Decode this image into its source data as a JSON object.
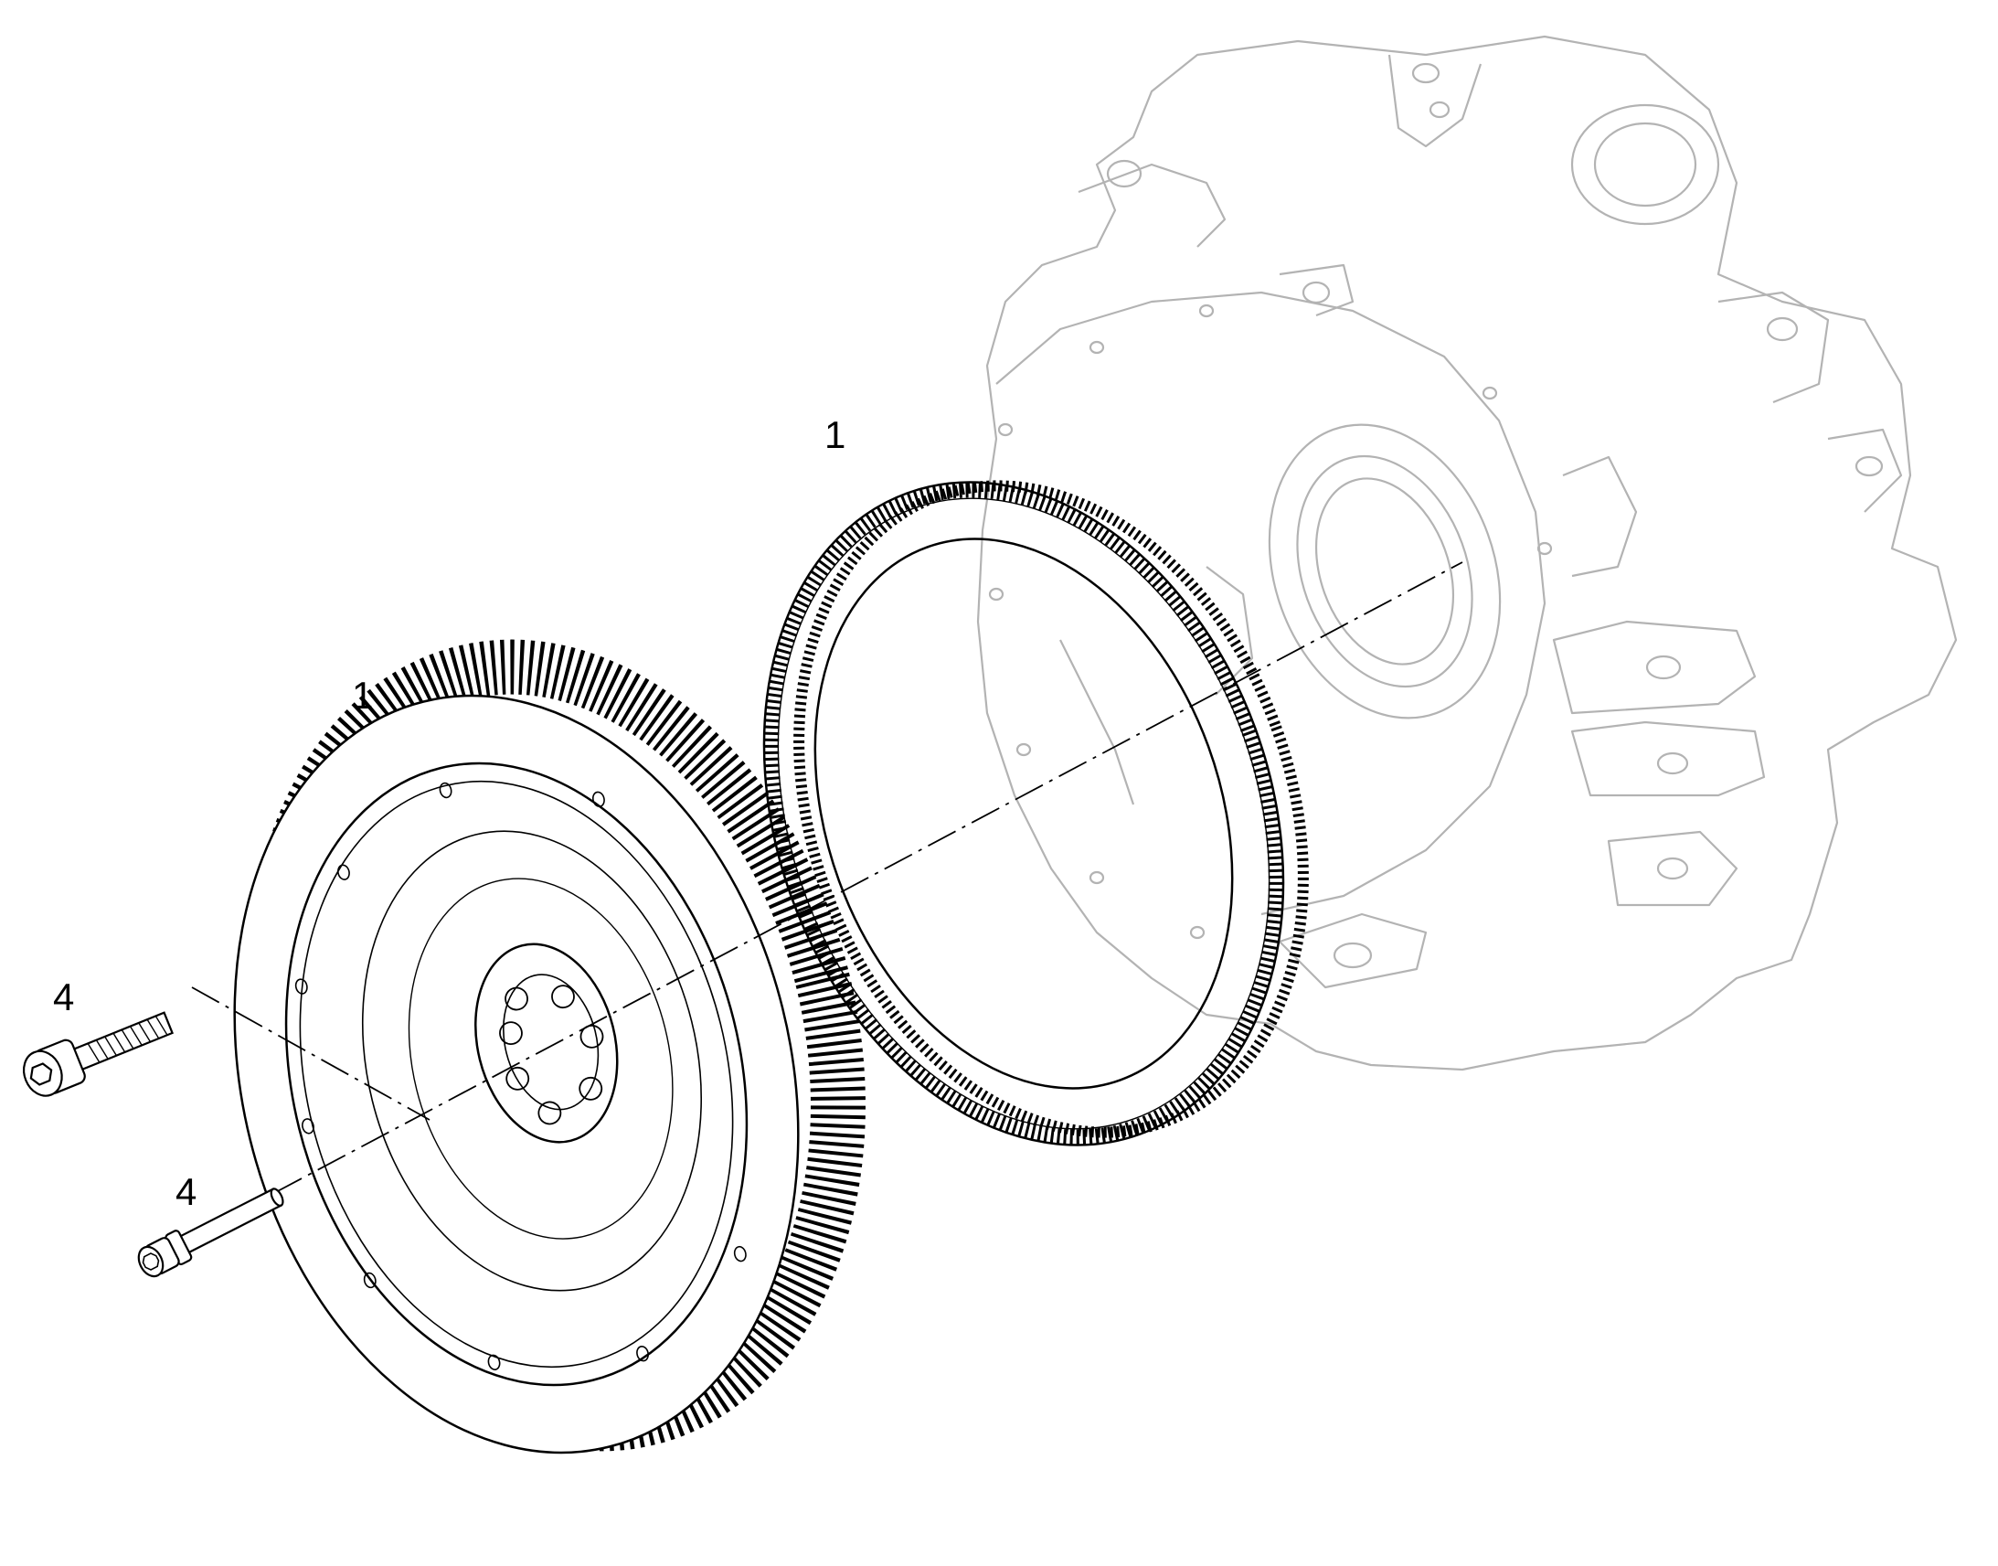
{
  "callouts": {
    "ring_gear": "1",
    "flywheel": "1",
    "bolt_upper": "4",
    "bolt_lower": "4"
  },
  "colors": {
    "background": "#ffffff",
    "housing_line": "#b3b3b3",
    "part_line": "#000000"
  }
}
